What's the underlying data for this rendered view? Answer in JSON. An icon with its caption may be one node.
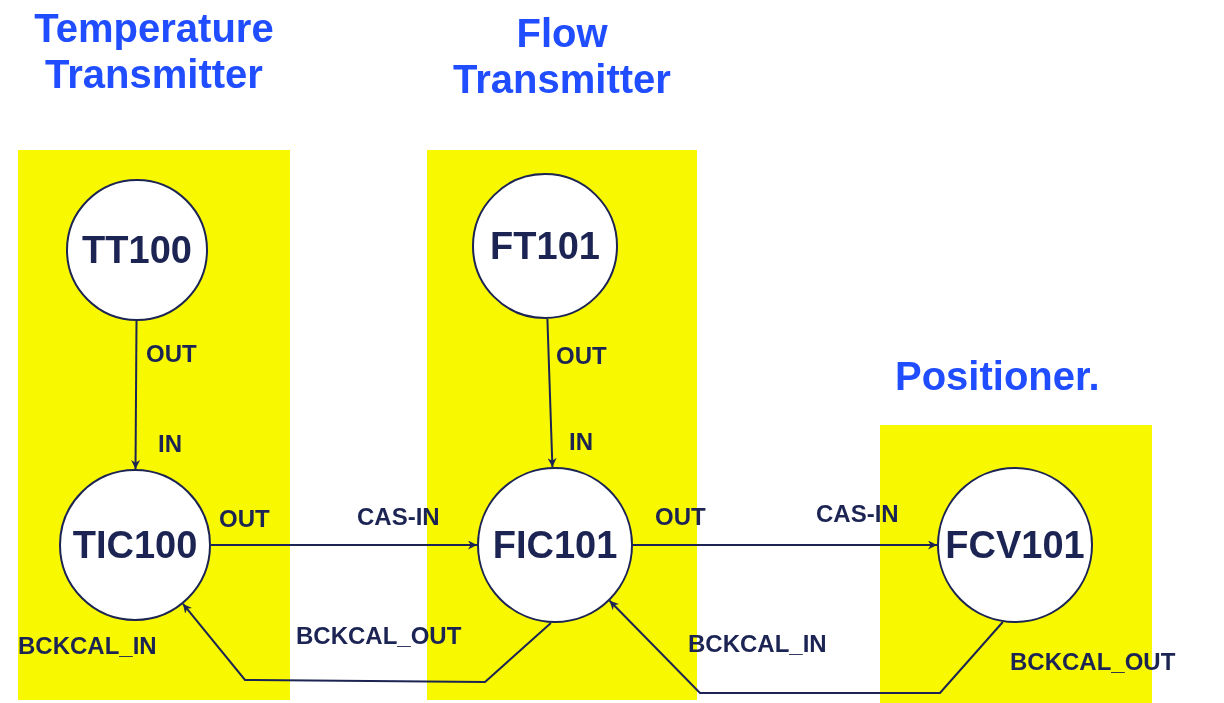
{
  "diagram": {
    "nodes": [
      {
        "text": [
          "Temperature Transmitter"
        ]
      },
      {
        "text": [
          "TT100"
        ],
        "in": 0
      },
      {
        "text": [
          "TIC100"
        ],
        "in": 0
      },
      {
        "text": [
          "Flow Transmitter"
        ]
      },
      {
        "text": [
          "FT101"
        ],
        "in": 3
      },
      {
        "text": [
          "FIC101"
        ],
        "in": 3
      },
      {
        "text": [
          "Positioner."
        ]
      },
      {
        "text": [
          "FCV101"
        ],
        "in": 6
      }
    ],
    "edges": [
      {
        "from": 1,
        "to": 2,
        "arrow": "to"
      },
      {
        "from": 4,
        "to": 5,
        "arrow": "to"
      },
      {
        "from": 2,
        "to": 5,
        "arrow": "to"
      },
      {
        "from": 5,
        "to": 7,
        "arrow": "to"
      },
      {
        "from": 5,
        "to": 2,
        "arrow": "to"
      },
      {
        "from": 7,
        "to": 5,
        "arrow": "to"
      }
    ],
    "labels": [
      "OUT",
      "OUT",
      "IN",
      "IN",
      "OUT",
      "CAS-IN",
      "OUT",
      "CAS-IN",
      "BCKCAL_IN",
      "BCKCAL_OUT",
      "BCKCAL_IN",
      "BCKCAL_OUT"
    ]
  }
}
